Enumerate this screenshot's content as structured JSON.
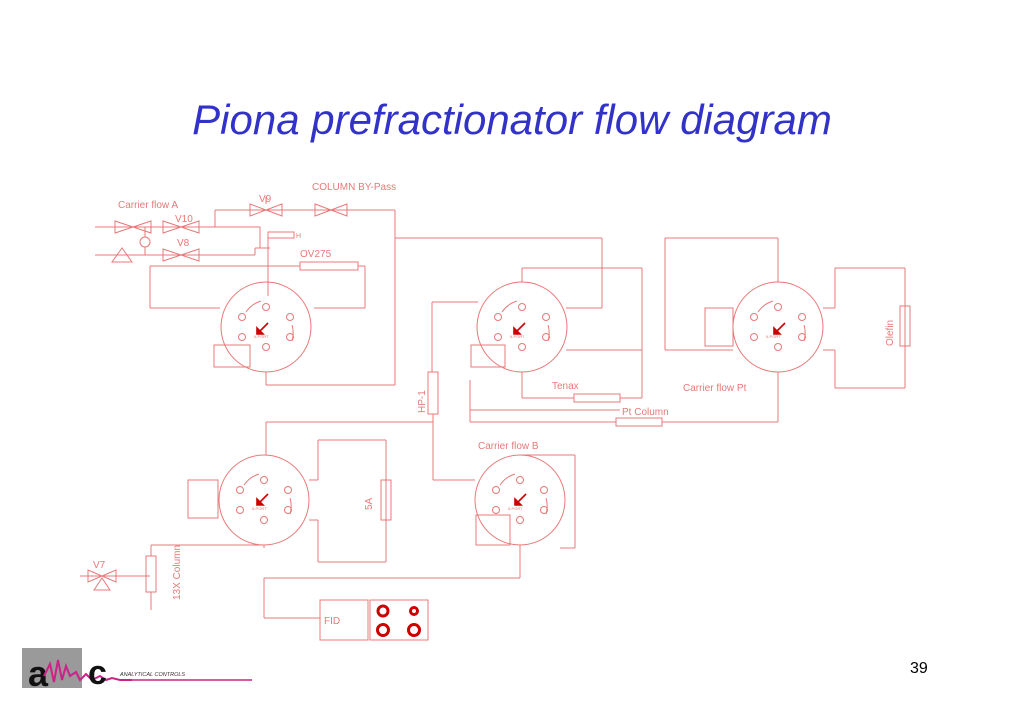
{
  "slide": {
    "title": "Piona prefractionator flow diagram",
    "number": "39"
  },
  "diagram": {
    "labels": {
      "column_bypass": "COLUMN BY-Pass",
      "carrier_flow_a": "Carrier flow A",
      "v9": "V9",
      "v10": "V10",
      "v8": "V8",
      "ov275": "OV275",
      "h": "H",
      "tenax": "Tenax",
      "carrier_flow_pt": "Carrier flow Pt",
      "pt_column": "Pt Column",
      "olefin": "Olefin",
      "hp1": "HP-1",
      "carrier_flow_b": "Carrier flow B",
      "v7": "V7",
      "five_a": "5A",
      "column_13x": "13X Column",
      "fid": "FID"
    },
    "valve_labels": {
      "v1": "6-PORT",
      "v2": "6-PORT",
      "v3": "6-PORT",
      "v4": "6-PORT",
      "v5": "6-PORT"
    },
    "colors": {
      "line": "#e87878",
      "arrow": "#cc0000",
      "title": "#3232c8"
    }
  },
  "logo": {
    "text": "ANALYTICAL CONTROLS"
  }
}
